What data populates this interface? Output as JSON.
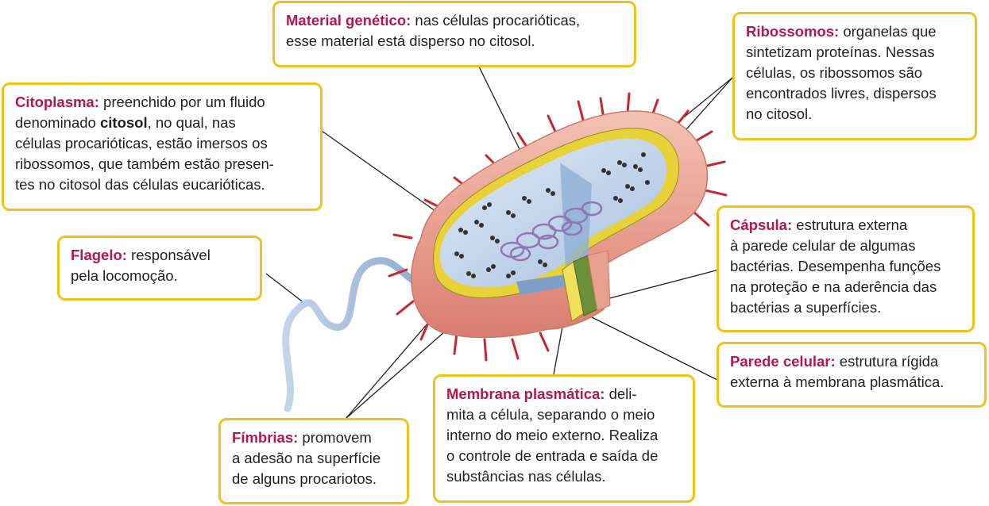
{
  "colors": {
    "box_border": "#f2c21b",
    "term": "#b5174b",
    "capsule": "#e8a08f",
    "fimbriae": "#c8262c",
    "cytoplasm": "#b8cde6",
    "genetic_material": "#8d78b4",
    "ribosome": "#333333",
    "flagellum": "#9db7d6"
  },
  "icons": [
    "bacterium-illustration",
    "flagellum-icon",
    "ribosome-dots",
    "dna-coil"
  ],
  "material_genetico": {
    "term": "Material genético:",
    "line1": " nas células procarióticas,",
    "line2": "esse material está disperso no citosol."
  },
  "citoplasma": {
    "term": "Citoplasma:",
    "line1": " preenchido por um fluido",
    "line2_pre": "denominado ",
    "line2_bold": "citosol",
    "line2_post": ", no qual, nas",
    "line3": "células procarióticas, estão imersos os",
    "line4": "ribossomos, que também estão presen-",
    "line5": "tes no citosol das células eucarióticas."
  },
  "ribossomos": {
    "term": "Ribossomos:",
    "line1": " organelas que",
    "line2": "sintetizam proteínas. Nessas",
    "line3": "células, os ribossomos são",
    "line4": "encontrados livres, dispersos",
    "line5": "no citosol."
  },
  "flagelo": {
    "term": "Flagelo:",
    "line1": " responsável",
    "line2": "pela locomoção."
  },
  "capsula": {
    "term": "Cápsula:",
    "line1": " estrutura externa",
    "line2": "à parede celular de algumas",
    "line3": "bactérias. Desempenha funções",
    "line4": "na proteção e na aderência das",
    "line5": "bactérias a superfícies."
  },
  "parede_celular": {
    "term": "Parede celular:",
    "line1": " estrutura rígida",
    "line2": "externa à membrana plasmática."
  },
  "membrana": {
    "term": "Membrana plasmática:",
    "line1": " deli-",
    "line2": "mita a célula, separando o meio",
    "line3": "interno do meio externo. Realiza",
    "line4": "o controle de entrada e saída de",
    "line5": "substâncias nas células."
  },
  "fimbrias": {
    "term": "Fímbrias:",
    "line1": " promovem",
    "line2": "a adesão na superfície",
    "line3": "de alguns procariotos."
  }
}
